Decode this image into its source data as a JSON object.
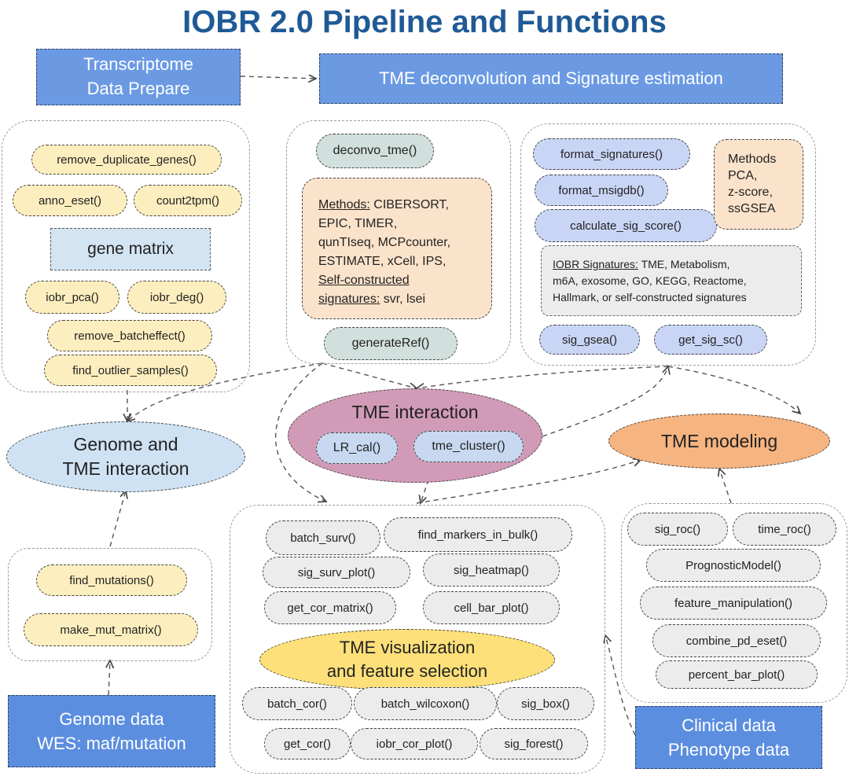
{
  "title": "IOBR 2.0 Pipeline and Functions",
  "colors": {
    "title": "#1f5a96",
    "blue_box": "#6b9ae3",
    "yellow_pill": "#fdeebf",
    "teal_pill": "#d2e0dd",
    "periwinkle_pill": "#c9d5f5",
    "gray_pill": "#ececec",
    "peach_box": "#fbe3cb",
    "genome_oval": "#cfe2f3",
    "interaction_oval": "#d19bb7",
    "modeling_oval": "#f6b480",
    "visualization_oval": "#fde07a"
  },
  "boxes": {
    "transcriptome_line1": "Transcriptome",
    "transcriptome_line2": "Data Prepare",
    "tme_deconv": "TME deconvolution and Signature estimation",
    "genome_line1": "Genome data",
    "genome_line2": "WES: maf/mutation",
    "clinical_line1": "Clinical data",
    "clinical_line2": "Phenotype data"
  },
  "data_prepare": {
    "remove_duplicate_genes": "remove_duplicate_genes()",
    "anno_eset": "anno_eset()",
    "count2tpm": "count2tpm()",
    "gene_matrix": "gene matrix",
    "iobr_pca": "iobr_pca()",
    "iobr_deg": "iobr_deg()",
    "remove_batcheffect": "remove_batcheffect()",
    "find_outlier_samples": "find_outlier_samples()"
  },
  "deconvolution": {
    "deconvo_tme": "deconvo_tme()",
    "methods_label": "Methods:",
    "methods_line1": " CIBERSORT,",
    "methods_line2": "EPIC, TIMER,",
    "methods_line3": "qunTIseq, MCPcounter,",
    "methods_line4": "ESTIMATE, xCell, IPS,",
    "self_constructed": "Self-constructed",
    "signatures_label": "signatures:",
    "signatures_rest": " svr, lsei",
    "generateRef": "generateRef()"
  },
  "signature": {
    "format_signatures": "format_signatures()",
    "format_msigdb": "format_msigdb()",
    "calculate_sig_score": "calculate_sig_score()",
    "methods_line1": "Methods",
    "methods_line2": "PCA,",
    "methods_line3": "z-score,",
    "methods_line4": "ssGSEA",
    "iobr_sig_label": "IOBR Signatures:",
    "iobr_sig_line1_rest": "  TME, Metabolism,",
    "iobr_sig_line2": "m6A, exosome, GO, KEGG, Reactome,",
    "iobr_sig_line3": "Hallmark, or self-constructed signatures",
    "sig_gsea": "sig_gsea()",
    "get_sig_sc": "get_sig_sc()"
  },
  "ovals": {
    "genome_line1": "Genome and",
    "genome_line2": "TME interaction",
    "interaction_title": "TME interaction",
    "lr_cal": "LR_cal()",
    "tme_cluster": "tme_cluster()",
    "modeling": "TME modeling",
    "viz_line1": "TME visualization",
    "viz_line2": "and feature selection"
  },
  "mutation": {
    "find_mutations": "find_mutations()",
    "make_mut_matrix": "make_mut_matrix()"
  },
  "visualization": {
    "batch_surv": "batch_surv()",
    "find_markers_in_bulk": "find_markers_in_bulk()",
    "sig_surv_plot": "sig_surv_plot()",
    "sig_heatmap": "sig_heatmap()",
    "get_cor_matrix": "get_cor_matrix()",
    "cell_bar_plot": "cell_bar_plot()",
    "batch_cor": "batch_cor()",
    "batch_wilcoxon": "batch_wilcoxon()",
    "sig_box": "sig_box()",
    "get_cor": "get_cor()",
    "iobr_cor_plot": "iobr_cor_plot()",
    "sig_forest": "sig_forest()"
  },
  "modeling": {
    "sig_roc": "sig_roc()",
    "time_roc": "time_roc()",
    "PrognosticModel": "PrognosticModel()",
    "feature_manipulation": "feature_manipulation()",
    "combine_pd_eset": "combine_pd_eset()",
    "percent_bar_plot": "percent_bar_plot()"
  }
}
